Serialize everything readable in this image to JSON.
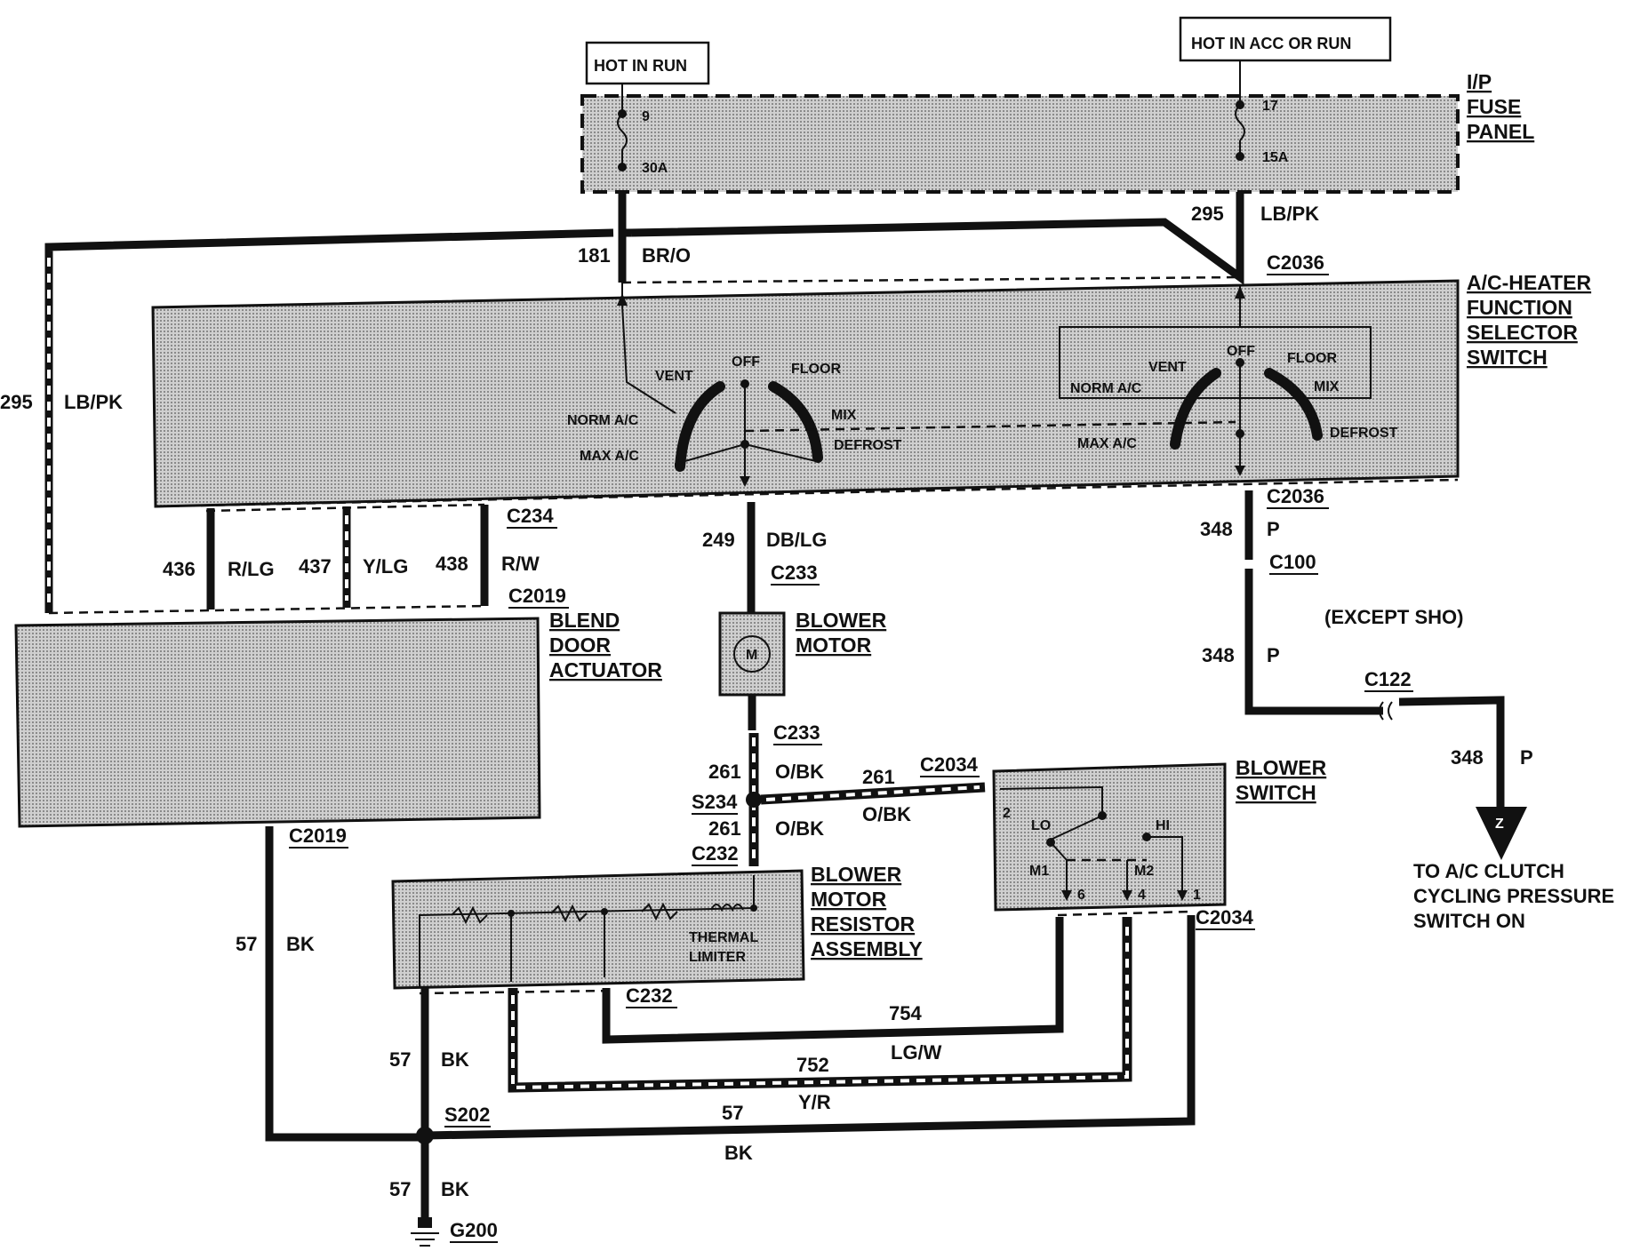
{
  "power": {
    "hot_in_run": "HOT IN RUN",
    "hot_in_acc_or_run": "HOT IN ACC OR RUN"
  },
  "fuse_panel": {
    "title_line1": "I/P",
    "title_line2": "FUSE",
    "title_line3": "PANEL",
    "fuse_left_number": "9",
    "fuse_left_rating": "30A",
    "fuse_right_number": "17",
    "fuse_right_rating": "15A"
  },
  "wires": {
    "w181_num": "181",
    "w181_color": "BR/O",
    "w295_top_num": "295",
    "w295_top_color": "LB/PK",
    "w295_left_num": "295",
    "w295_left_color": "LB/PK",
    "w249_num": "249",
    "w249_color": "DB/LG",
    "w436_num": "436",
    "w436_color": "R/LG",
    "w437_num": "437",
    "w437_color": "Y/LG",
    "w438_num": "438",
    "w438_color": "R/W",
    "w348a_num": "348",
    "w348a_color": "P",
    "w348b_num": "348",
    "w348b_color": "P",
    "w348c_num": "348",
    "w348c_color": "P",
    "w261a_num": "261",
    "w261a_color": "O/BK",
    "w261b_num": "261",
    "w261b_color": "O/BK",
    "w261c_num": "261",
    "w261c_color": "O/BK",
    "w57a_num": "57",
    "w57a_color": "BK",
    "w57b_num": "57",
    "w57b_color": "BK",
    "w57c_num": "57",
    "w57c_color": "BK",
    "w57d_num": "57",
    "w57d_color": "BK",
    "w754_num": "754",
    "w754_color": "LG/W",
    "w752_num": "752",
    "w752_color": "Y/R"
  },
  "connectors": {
    "c2036_top": "C2036",
    "c2036_bottom": "C2036",
    "c234": "C234",
    "c2019_top": "C2019",
    "c2019_bottom": "C2019",
    "c233_top": "C233",
    "c233_bottom": "C233",
    "c100": "C100",
    "c122": "C122",
    "c2034_top": "C2034",
    "c2034_bottom": "C2034",
    "s234": "S234",
    "c232_top": "C232",
    "c232_bottom": "C232",
    "s202": "S202",
    "g200": "G200"
  },
  "selector_switch": {
    "title_line1": "A/C-HEATER",
    "title_line2": "FUNCTION",
    "title_line3": "SELECTOR",
    "title_line4": "SWITCH",
    "left_off": "OFF",
    "left_vent": "VENT",
    "left_floor": "FLOOR",
    "left_norm_ac": "NORM A/C",
    "left_mix": "MIX",
    "left_max_ac": "MAX A/C",
    "left_defrost": "DEFROST",
    "right_off": "OFF",
    "right_vent": "VENT",
    "right_floor": "FLOOR",
    "right_norm_ac": "NORM A/C",
    "right_mix": "MIX",
    "right_max_ac": "MAX A/C",
    "right_defrost": "DEFROST"
  },
  "blend_door": {
    "title_line1": "BLEND",
    "title_line2": "DOOR",
    "title_line3": "ACTUATOR"
  },
  "blower_motor": {
    "title_line1": "BLOWER",
    "title_line2": "MOTOR",
    "symbol": "M"
  },
  "resistor": {
    "title_line1": "BLOWER",
    "title_line2": "MOTOR",
    "title_line3": "RESISTOR",
    "title_line4": "ASSEMBLY",
    "thermal_line1": "THERMAL",
    "thermal_line2": "LIMITER"
  },
  "blower_switch": {
    "title_line1": "BLOWER",
    "title_line2": "SWITCH",
    "lo": "LO",
    "m1": "M1",
    "m2": "M2",
    "hi": "HI",
    "pin2": "2",
    "pin6": "6",
    "pin4": "4",
    "pin1": "1"
  },
  "notes": {
    "except_sho": "(EXCEPT SHO)",
    "z_marker": "Z",
    "to_line1": "TO A/C CLUTCH",
    "to_line2": "CYCLING PRESSURE",
    "to_line3": "SWITCH ON"
  }
}
